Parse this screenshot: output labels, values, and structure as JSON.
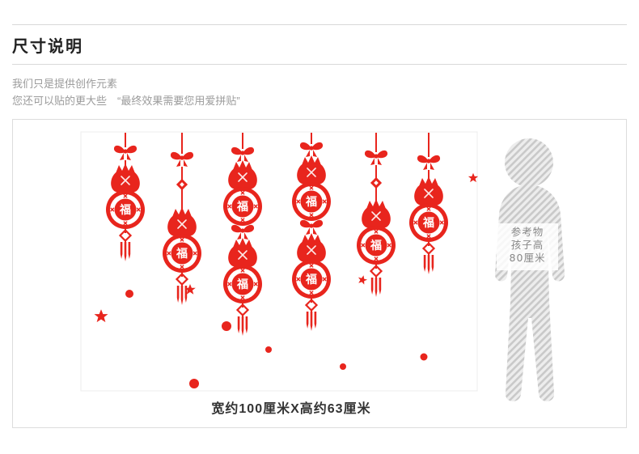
{
  "header": {
    "title": "尺寸说明",
    "note_line1": "我们只是提供创作元素",
    "note_line2": "您还可以贴的更大些　“最终效果需要您用爱拼贴”"
  },
  "board": {
    "size_text": "宽约100厘米X高约63厘米"
  },
  "illustration": {
    "ornament_char": "福",
    "reference": {
      "line1": "参考物",
      "line2": "孩子高",
      "line3": "80厘米"
    },
    "colors": {
      "sticker_red": "#e8251d",
      "silhouette_stripe": "#c9c9c9",
      "silhouette_bg": "#ededed"
    }
  }
}
